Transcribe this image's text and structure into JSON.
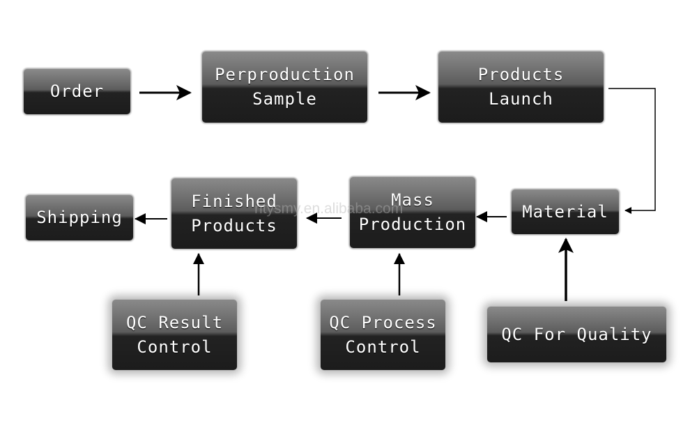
{
  "nodes": {
    "order": [
      "Order"
    ],
    "preproduction_sample": [
      "Perproduction",
      "Sample"
    ],
    "products_launch": [
      "Products",
      "Launch"
    ],
    "material": [
      "Material"
    ],
    "mass_production": [
      "Mass",
      "Production"
    ],
    "finished_products": [
      "Finished",
      "Products"
    ],
    "shipping": [
      "Shipping"
    ],
    "qc_result_control": [
      "QC Result",
      "Control"
    ],
    "qc_process_control": [
      "QC Process",
      "Control"
    ],
    "qc_for_quality": [
      "QC For Quality"
    ]
  },
  "watermark": "ntysmy.en.alibaba.com",
  "colors": {
    "arrow": "#000000",
    "box_border": "#bdbdbd",
    "text": "#ffffff"
  }
}
